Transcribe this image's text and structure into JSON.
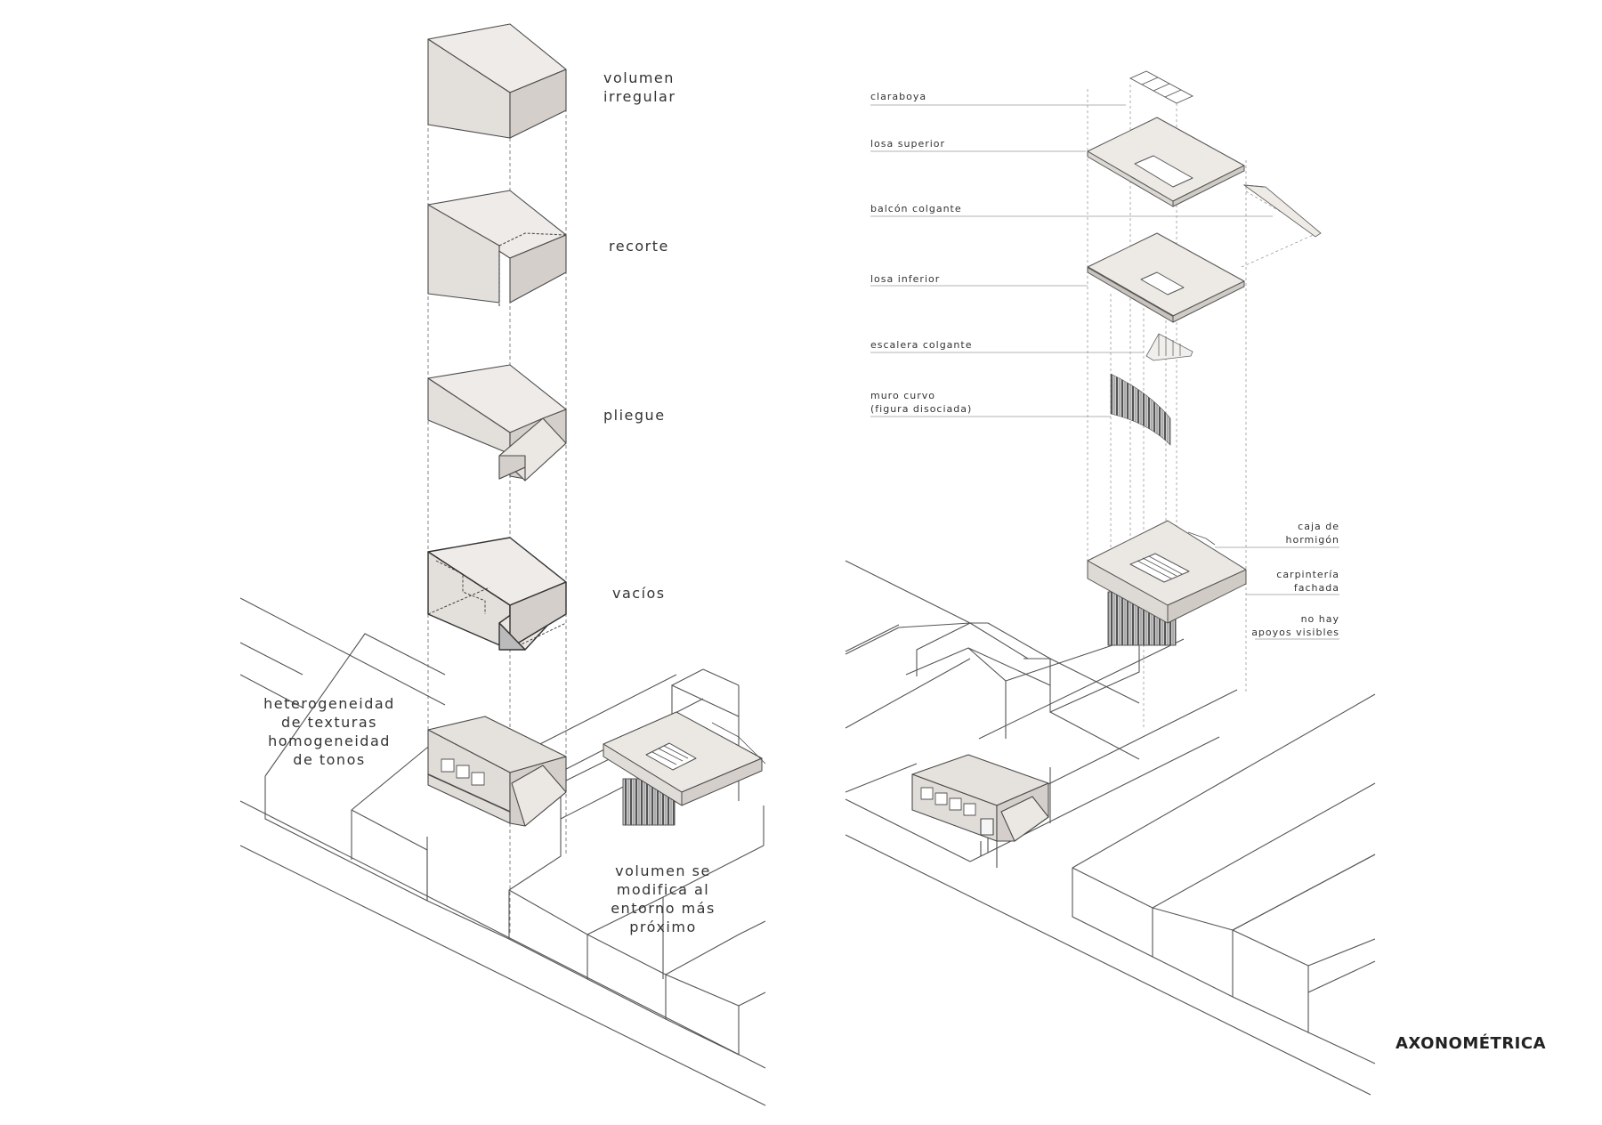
{
  "left_panel": {
    "steps": [
      {
        "label": "volumen\nirregular"
      },
      {
        "label": "recorte"
      },
      {
        "label": "pliegue"
      },
      {
        "label": "vacíos"
      }
    ],
    "note_textures": "heterogeneidad\nde texturas\nhomogeneidad\nde tonos",
    "note_context": "volumen se\nmodifica al\nentorno más\npróximo"
  },
  "right_panel": {
    "components": [
      {
        "label": "claraboya"
      },
      {
        "label": "losa superior"
      },
      {
        "label": "balcón colgante"
      },
      {
        "label": "losa inferior"
      },
      {
        "label": "escalera colgante"
      },
      {
        "label": "muro curvo\n(figura disociada)"
      }
    ],
    "notes": [
      {
        "label": "caja de\nhormigón"
      },
      {
        "label": "carpintería\nfachada"
      },
      {
        "label": "no hay\napoyos visibles"
      }
    ]
  },
  "title": "AXONOMÉTRICA",
  "colors": {
    "line": "#4a4a4a",
    "face_light": "#eeebe8",
    "face_mid": "#e3dfdb",
    "face_dark": "#d4cfca",
    "leader": "#9a9a9a"
  }
}
